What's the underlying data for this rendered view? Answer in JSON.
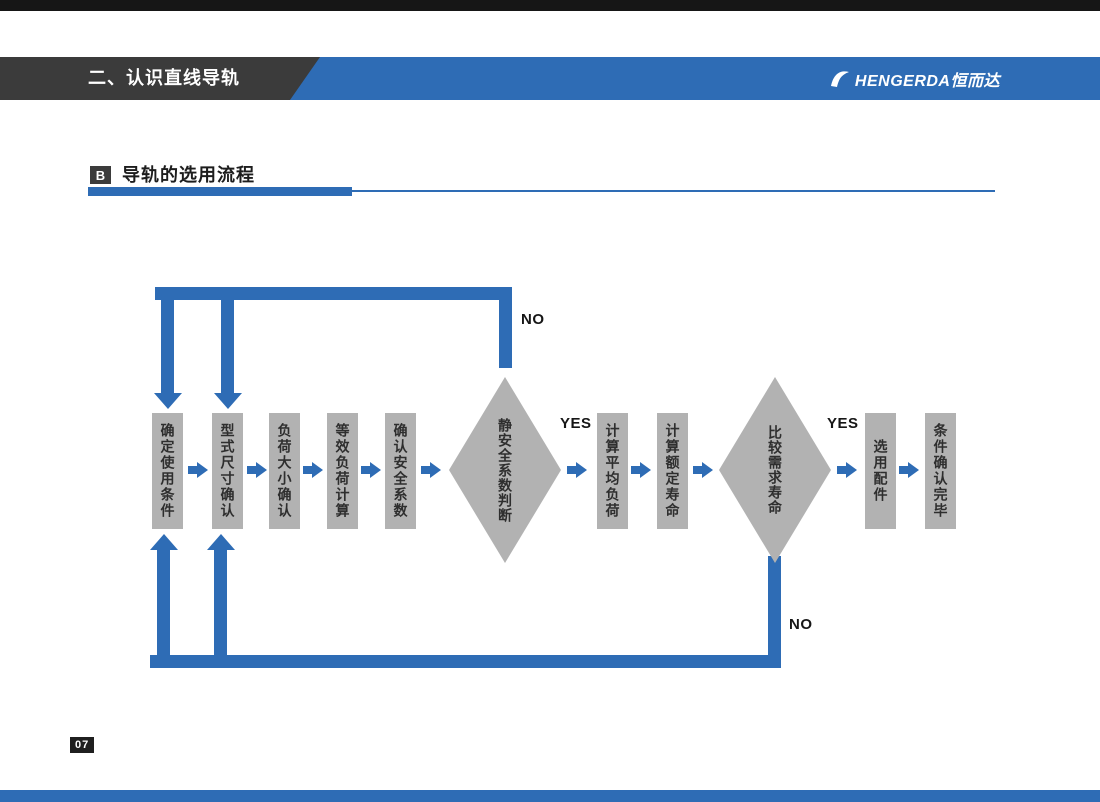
{
  "header": {
    "title": "二、认识直线导轨",
    "logo": "HENGERDA恒而达"
  },
  "section": {
    "badge": "B",
    "title": "导轨的选用流程"
  },
  "flowchart": {
    "boxes": [
      {
        "label": "确定使用条件"
      },
      {
        "label": "型式尺寸确认"
      },
      {
        "label": "负荷大小确认"
      },
      {
        "label": "等效负荷计算"
      },
      {
        "label": "确认安全系数"
      },
      {
        "label": "计算平均负荷"
      },
      {
        "label": "计算额定寿命"
      },
      {
        "label": "选用配件"
      },
      {
        "label": "条件确认完毕"
      }
    ],
    "diamonds": [
      {
        "label": "静安全系数判断"
      },
      {
        "label": "比较需求寿命"
      }
    ],
    "labels": {
      "yes1": "YES",
      "yes2": "YES",
      "no1": "NO",
      "no2": "NO"
    }
  },
  "footer": {
    "page_number": "07"
  },
  "colors": {
    "accent_blue": "#2e6cb5",
    "header_dark": "#3b3b3b",
    "node_gray": "#b2b2b2",
    "top_strip": "#161616"
  }
}
